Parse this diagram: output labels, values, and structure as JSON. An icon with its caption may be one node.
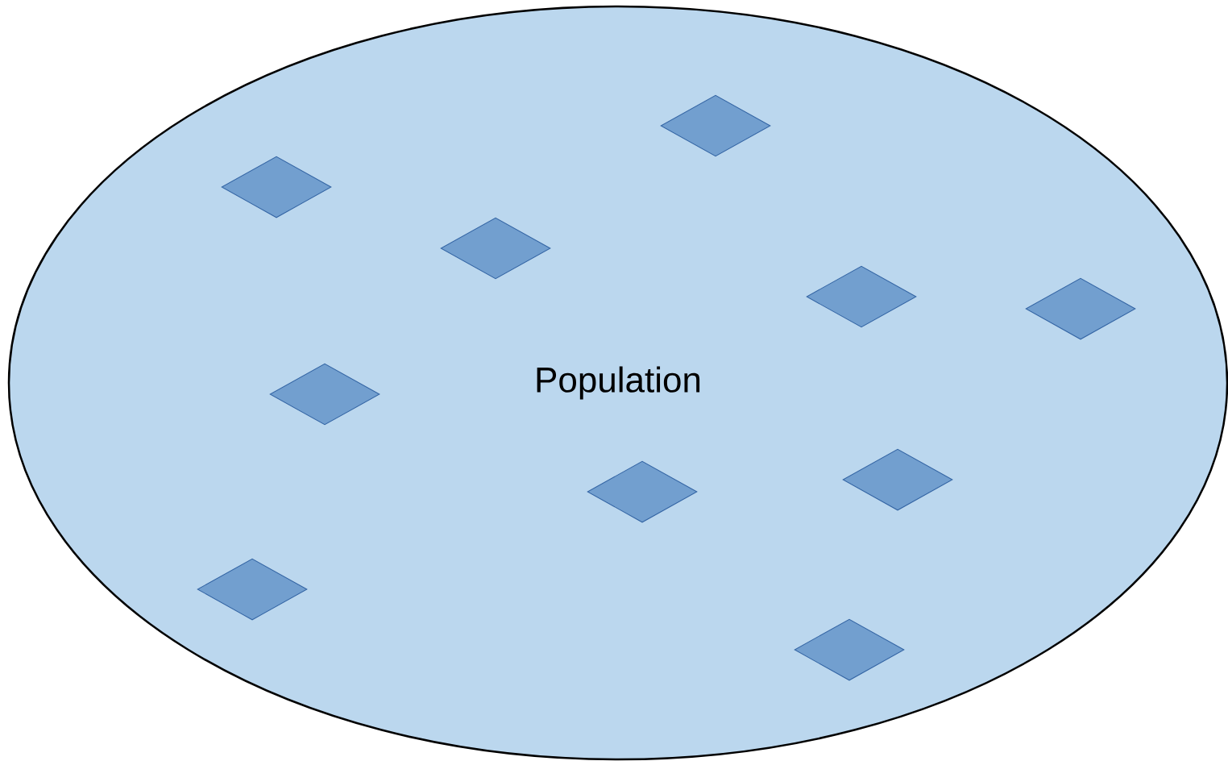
{
  "diagram": {
    "nodes": [
      {
        "text": [
          "Population"
        ]
      },
      {
        "text": [],
        "shape": "diamond",
        "in": 0
      },
      {
        "text": [],
        "shape": "diamond",
        "in": 0
      },
      {
        "text": [],
        "shape": "diamond",
        "in": 0
      },
      {
        "text": [],
        "shape": "diamond",
        "in": 0
      },
      {
        "text": [],
        "shape": "diamond",
        "in": 0
      },
      {
        "text": [],
        "shape": "diamond",
        "in": 0
      },
      {
        "text": [],
        "shape": "diamond",
        "in": 0
      },
      {
        "text": [],
        "shape": "diamond",
        "in": 0
      },
      {
        "text": [],
        "shape": "diamond",
        "in": 0
      },
      {
        "text": [],
        "shape": "diamond",
        "in": 0
      }
    ]
  }
}
